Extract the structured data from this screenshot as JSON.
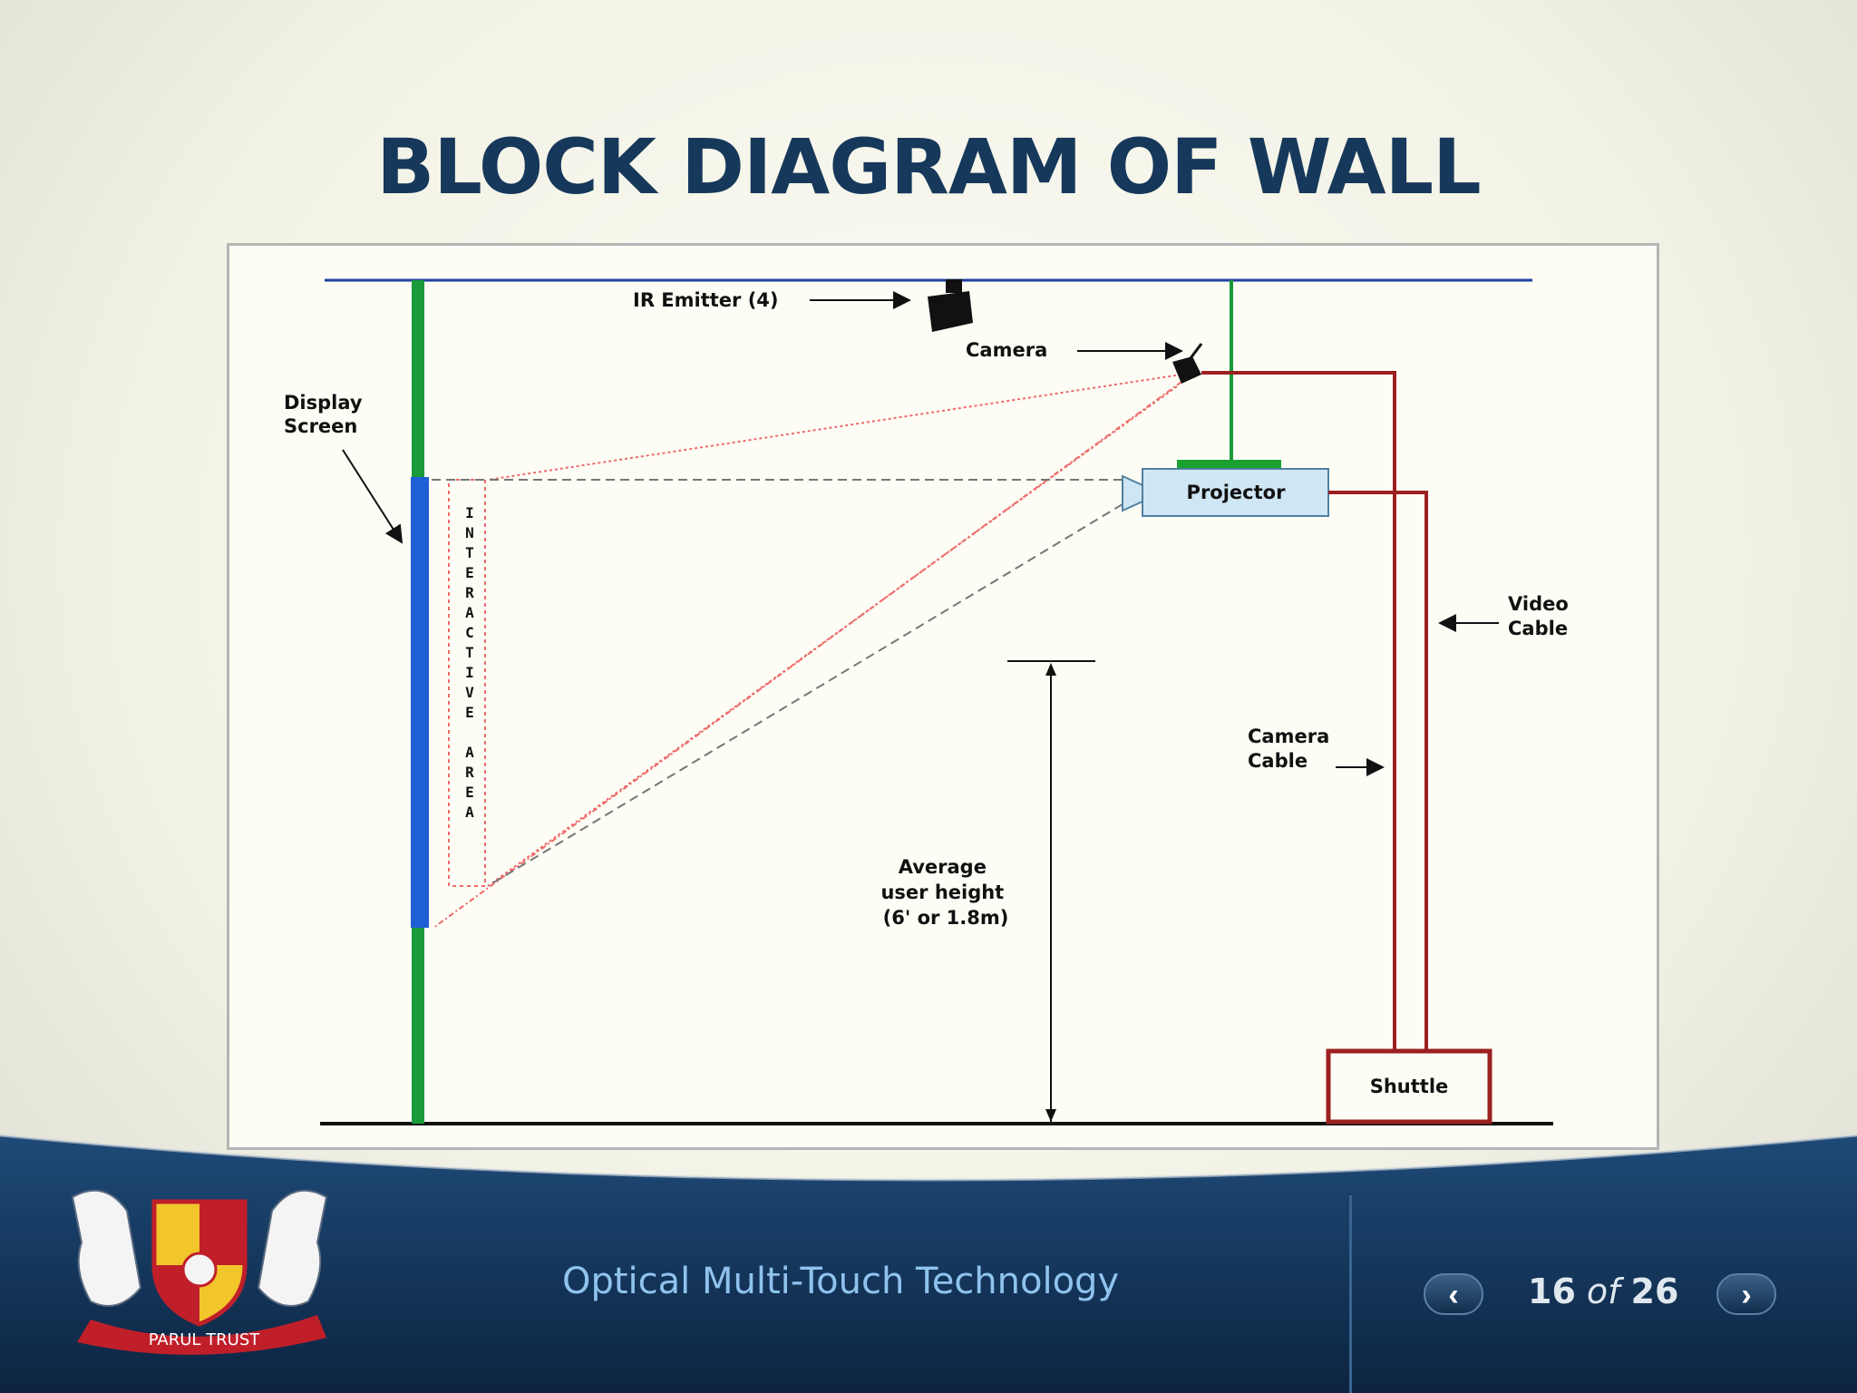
{
  "slide": {
    "title": "BLOCK DIAGRAM OF WALL",
    "footer_text": "Optical Multi-Touch Technology",
    "page_current": "16",
    "page_of": "of",
    "page_total": "26",
    "prev_icon": "chevron-left-icon",
    "next_icon": "chevron-right-icon",
    "logo_text": "PARUL TRUST"
  },
  "diagram": {
    "labels": {
      "ir_emitter": "IR Emitter (4)",
      "camera": "Camera",
      "display_screen_1": "Display",
      "display_screen_2": "Screen",
      "projector": "Projector",
      "video_cable_1": "Video",
      "video_cable_2": "Cable",
      "camera_cable_1": "Camera",
      "camera_cable_2": "Cable",
      "avg_height_1": "Average",
      "avg_height_2": "user height",
      "avg_height_3": "(6' or 1.8m)",
      "shuttle": "Shuttle",
      "interactive_1": "INTERACTIVE",
      "interactive_2": "AREA"
    },
    "colors": {
      "ceiling": "#2040a0",
      "wall": "#1a9a3a",
      "screen": "#1f5fd6",
      "cable": "#9c2020",
      "projector_fill": "#cfe6f4",
      "ir_ray": "#ee6a6a",
      "proj_ray": "#777777"
    }
  },
  "colors": {
    "title": "#16385a",
    "footer_bg": "#16385a",
    "footer_text": "#8fc3ee"
  }
}
